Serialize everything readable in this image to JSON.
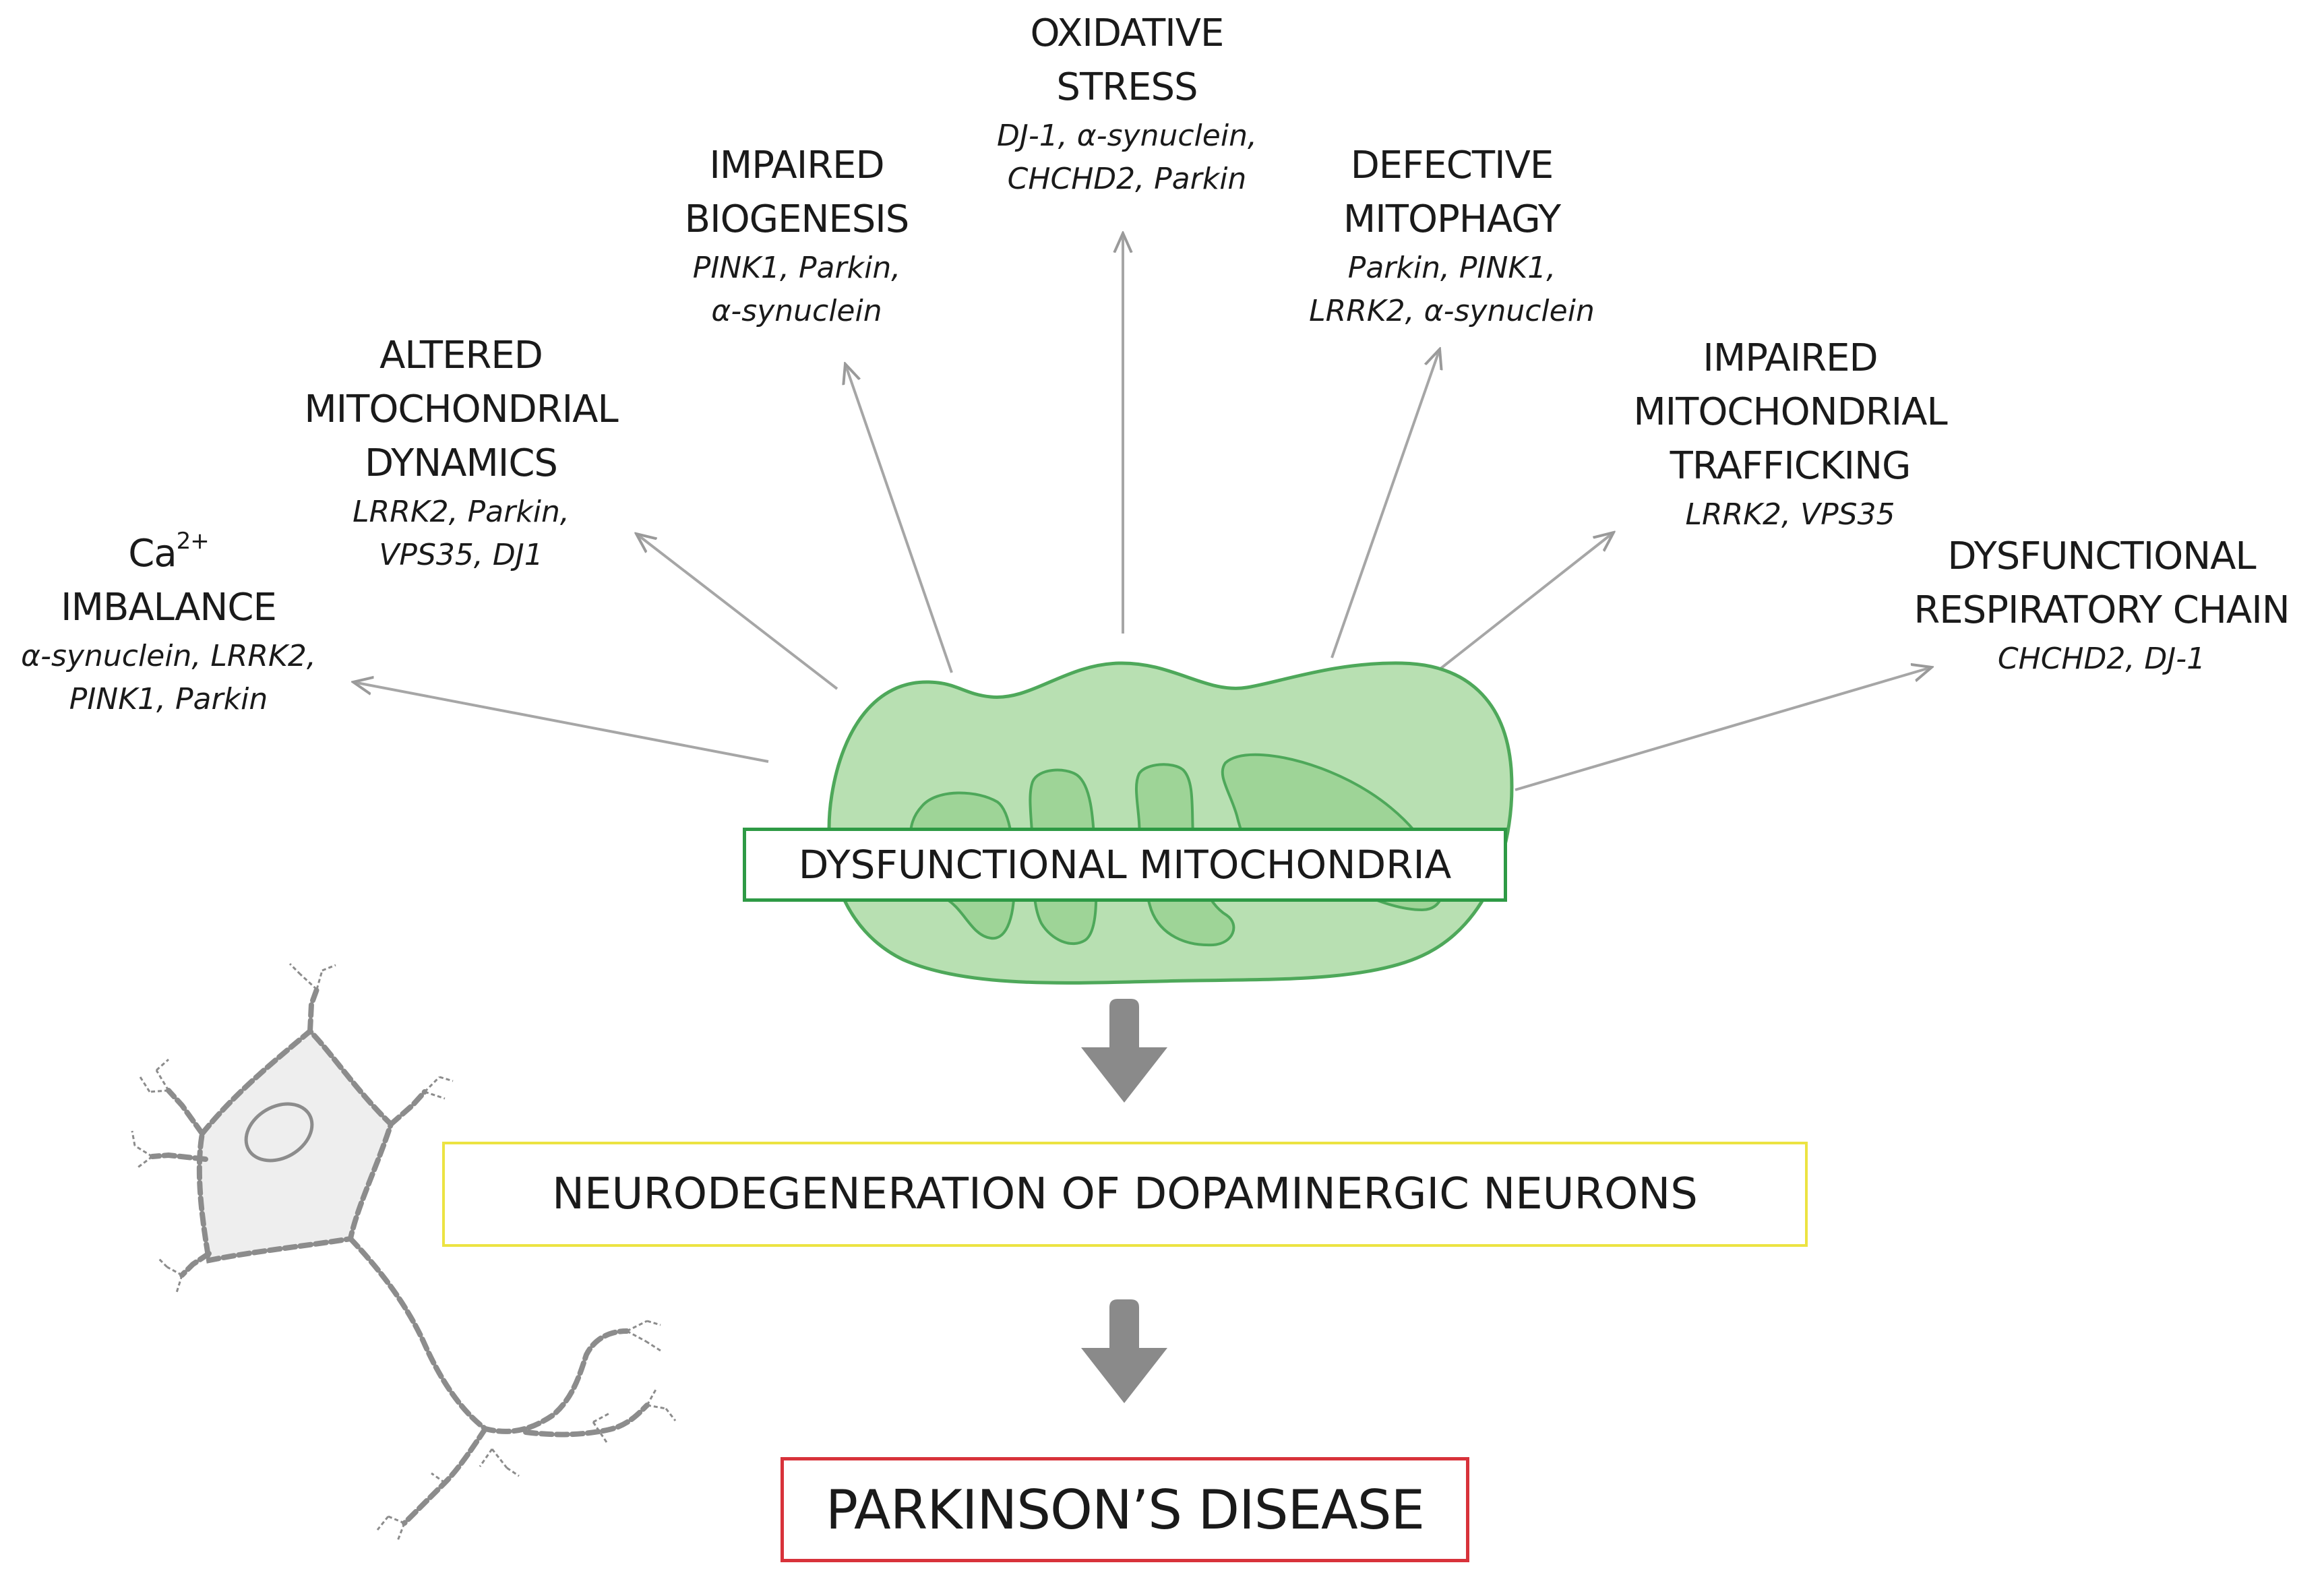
{
  "mechanisms": [
    {
      "id": "calcium",
      "title_lines": [
        "Ca",
        "IMBALANCE"
      ],
      "superscript": "2+",
      "genes_lines": [
        "α-synuclein, LRRK2,",
        "PINK1, Parkin"
      ]
    },
    {
      "id": "dynamics",
      "title_lines": [
        "ALTERED",
        "MITOCHONDRIAL",
        "DYNAMICS"
      ],
      "genes_lines": [
        "LRRK2, Parkin,",
        "VPS35, DJ1"
      ]
    },
    {
      "id": "biogenesis",
      "title_lines": [
        "IMPAIRED",
        "BIOGENESIS"
      ],
      "genes_lines": [
        "PINK1, Parkin,",
        "α-synuclein"
      ]
    },
    {
      "id": "oxidative",
      "title_lines": [
        "OXIDATIVE",
        "STRESS"
      ],
      "genes_lines": [
        "DJ-1, α-synuclein,",
        "CHCHD2, Parkin"
      ]
    },
    {
      "id": "mitophagy",
      "title_lines": [
        "DEFECTIVE",
        "MITOPHAGY"
      ],
      "genes_lines": [
        "Parkin, PINK1,",
        "LRRK2, α-synuclein"
      ]
    },
    {
      "id": "trafficking",
      "title_lines": [
        "IMPAIRED",
        "MITOCHONDRIAL",
        "TRAFFICKING"
      ],
      "genes_lines": [
        "LRRK2, VPS35"
      ]
    },
    {
      "id": "respiratory",
      "title_lines": [
        "DYSFUNCTIONAL",
        "RESPIRATORY CHAIN"
      ],
      "genes_lines": [
        "CHCHD2, DJ-1"
      ]
    }
  ],
  "boxes": {
    "mitochondria": "DYSFUNCTIONAL MITOCHONDRIA",
    "neurodegeneration": "NEURODEGENERATION OF DOPAMINERGIC NEURONS",
    "disease": "PARKINSON’S DISEASE"
  },
  "colors": {
    "mito_fill": "#b8e0b2",
    "mito_inner": "#9ed497",
    "mito_stroke": "#4ea85a",
    "mito_box_border": "#2e9a45",
    "neuro_box_border": "#ece342",
    "disease_box_border": "#d8323a",
    "arrow_gray": "#8a8a8a",
    "neuron_fill": "#eeeeee",
    "neuron_stroke": "#8c8c8c"
  }
}
